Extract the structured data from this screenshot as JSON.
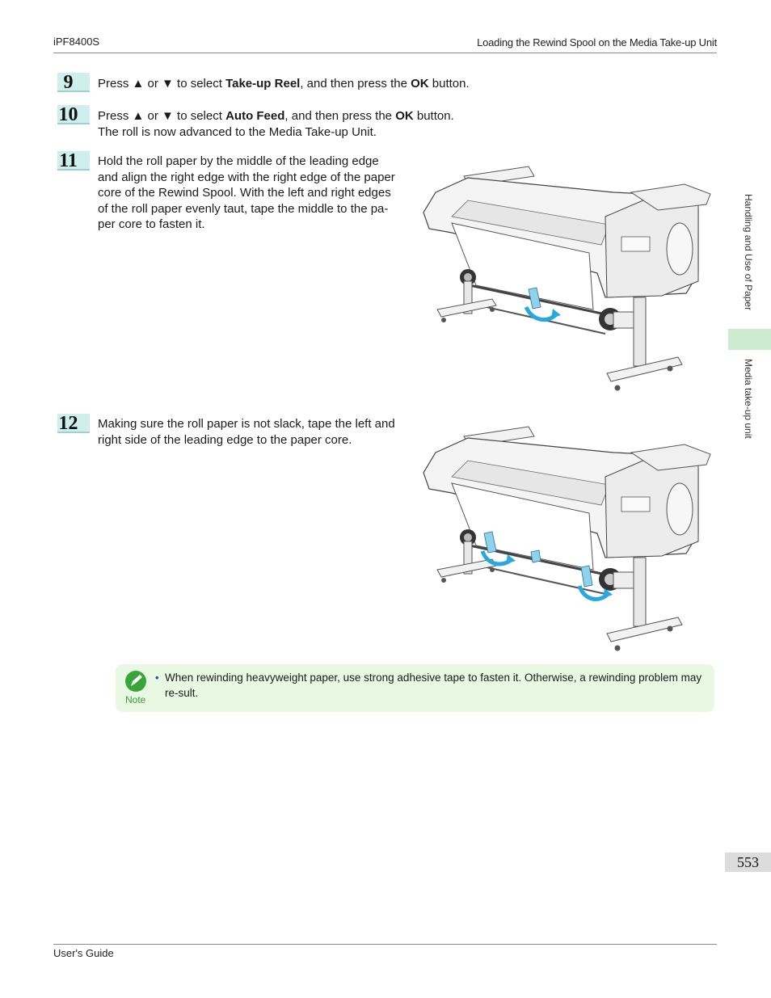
{
  "header": {
    "product": "iPF8400S",
    "section": "Loading the Rewind Spool on the Media Take-up Unit"
  },
  "footer": {
    "guide": "User's Guide"
  },
  "sidebar": {
    "chapter": "Handling and Use of Paper",
    "section": "Media take-up unit",
    "page_number": "553"
  },
  "steps": [
    {
      "number": "9",
      "lines": [
        {
          "t1": "Press ▲ or ▼ to select ",
          "b1": "Take-up Reel",
          "t2": ", and then press the ",
          "b2": "OK",
          "t3": " button."
        }
      ]
    },
    {
      "number": "10",
      "lines": [
        {
          "t1": "Press ▲ or ▼ to select ",
          "b1": "Auto Feed",
          "t2": ", and then press the ",
          "b2": "OK",
          "t3": " button."
        },
        {
          "t1": "The roll is now advanced to the Media Take-up Unit."
        }
      ]
    },
    {
      "number": "11",
      "lines": [
        {
          "t1": "Hold the roll paper by the middle of the leading edge"
        },
        {
          "t1": "and align the right edge with the right edge of the paper"
        },
        {
          "t1": "core of the Rewind Spool. With the left and right edges"
        },
        {
          "t1": "of the roll paper evenly taut, tape the middle to the pa-"
        },
        {
          "t1": "per core to fasten it."
        }
      ]
    },
    {
      "number": "12",
      "lines": [
        {
          "t1": "Making sure the roll paper is not slack, tape the left and"
        },
        {
          "t1": "right side of the leading edge to the paper core."
        }
      ]
    }
  ],
  "note": {
    "label": "Note",
    "bullet": "•",
    "text": "When rewinding heavyweight paper, use strong adhesive tape to fasten it. Otherwise, a rewinding problem may re-sult."
  },
  "colors": {
    "step_badge": "#cfeeee",
    "note_bg": "#e9f8e3",
    "note_icon": "#3aa33a",
    "side_tab": "#cdeccf",
    "arrow": "#28a8e0"
  }
}
